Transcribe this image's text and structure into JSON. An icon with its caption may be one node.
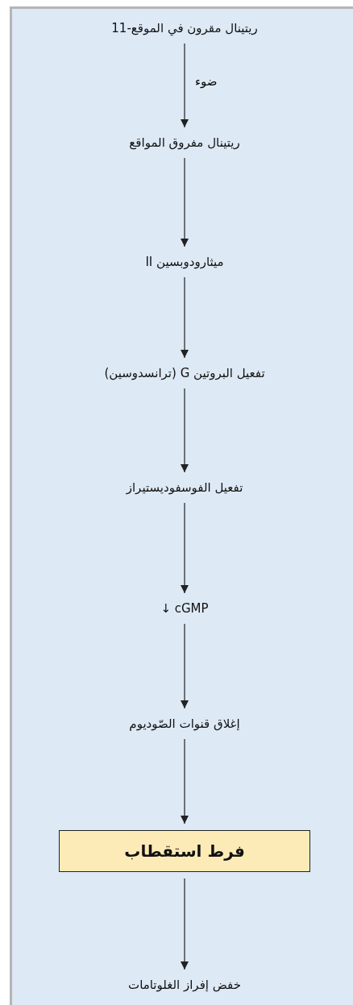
{
  "diagram": {
    "nodes": [
      {
        "text": [
          "ريتينال مقرون في الموقع-11"
        ]
      },
      {
        "text": [
          "ريتينال مفروق المواقع"
        ]
      },
      {
        "text": [
          "ميثارودوبسين II"
        ]
      },
      {
        "text": [
          "تفعيل البروتين G (ترانسدوسين)"
        ]
      },
      {
        "text": [
          "تفعيل الفوسفوديستيراز"
        ]
      },
      {
        "text": [
          "↓ cGMP"
        ]
      },
      {
        "text": [
          "إغلاق قنوات الصّوديوم"
        ]
      },
      {
        "text": [
          "فرط استقطاب"
        ]
      },
      {
        "text": [
          "خفض إفراز الغلوتامات"
        ]
      }
    ],
    "edges": [
      {
        "from": 0,
        "to": 1,
        "arrow": "to",
        "label": "ضوء"
      },
      {
        "from": 1,
        "to": 2,
        "arrow": "to"
      },
      {
        "from": 2,
        "to": 3,
        "arrow": "to"
      },
      {
        "from": 3,
        "to": 4,
        "arrow": "to"
      },
      {
        "from": 4,
        "to": 5,
        "arrow": "to"
      },
      {
        "from": 5,
        "to": 6,
        "arrow": "to"
      },
      {
        "from": 6,
        "to": 7,
        "arrow": "to"
      },
      {
        "from": 7,
        "to": 8,
        "arrow": "to"
      }
    ]
  }
}
